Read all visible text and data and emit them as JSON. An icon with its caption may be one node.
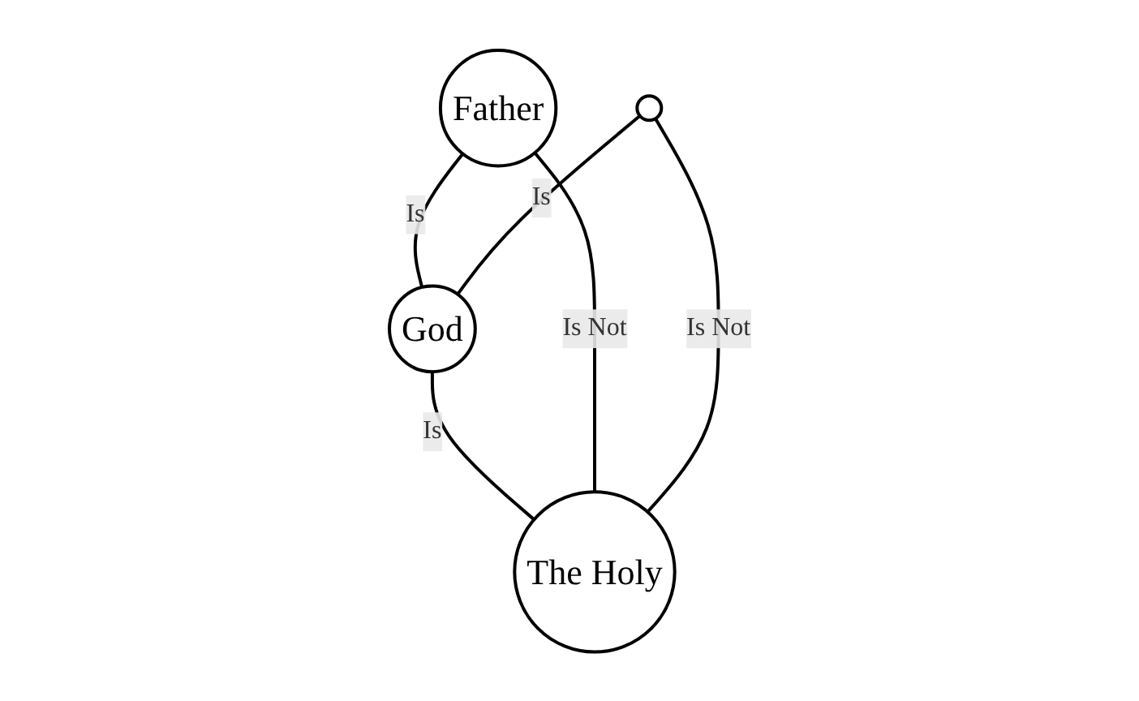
{
  "diagram": {
    "nodes": [
      {
        "text": [
          "Father"
        ]
      },
      {
        "text": [],
        "shape": "circle"
      },
      {
        "text": [
          "God"
        ]
      },
      {
        "text": [
          "The Holy"
        ]
      }
    ],
    "edges": [
      {
        "from": 0,
        "to": 2,
        "arrow": "none",
        "label": "Is"
      },
      {
        "from": 1,
        "to": 2,
        "arrow": "none",
        "label": "Is"
      },
      {
        "from": 2,
        "to": 3,
        "arrow": "none",
        "label": "Is"
      },
      {
        "from": 0,
        "to": 3,
        "arrow": "none",
        "label": "Is Not"
      },
      {
        "from": 1,
        "to": 3,
        "arrow": "none",
        "label": "Is Not"
      }
    ]
  }
}
